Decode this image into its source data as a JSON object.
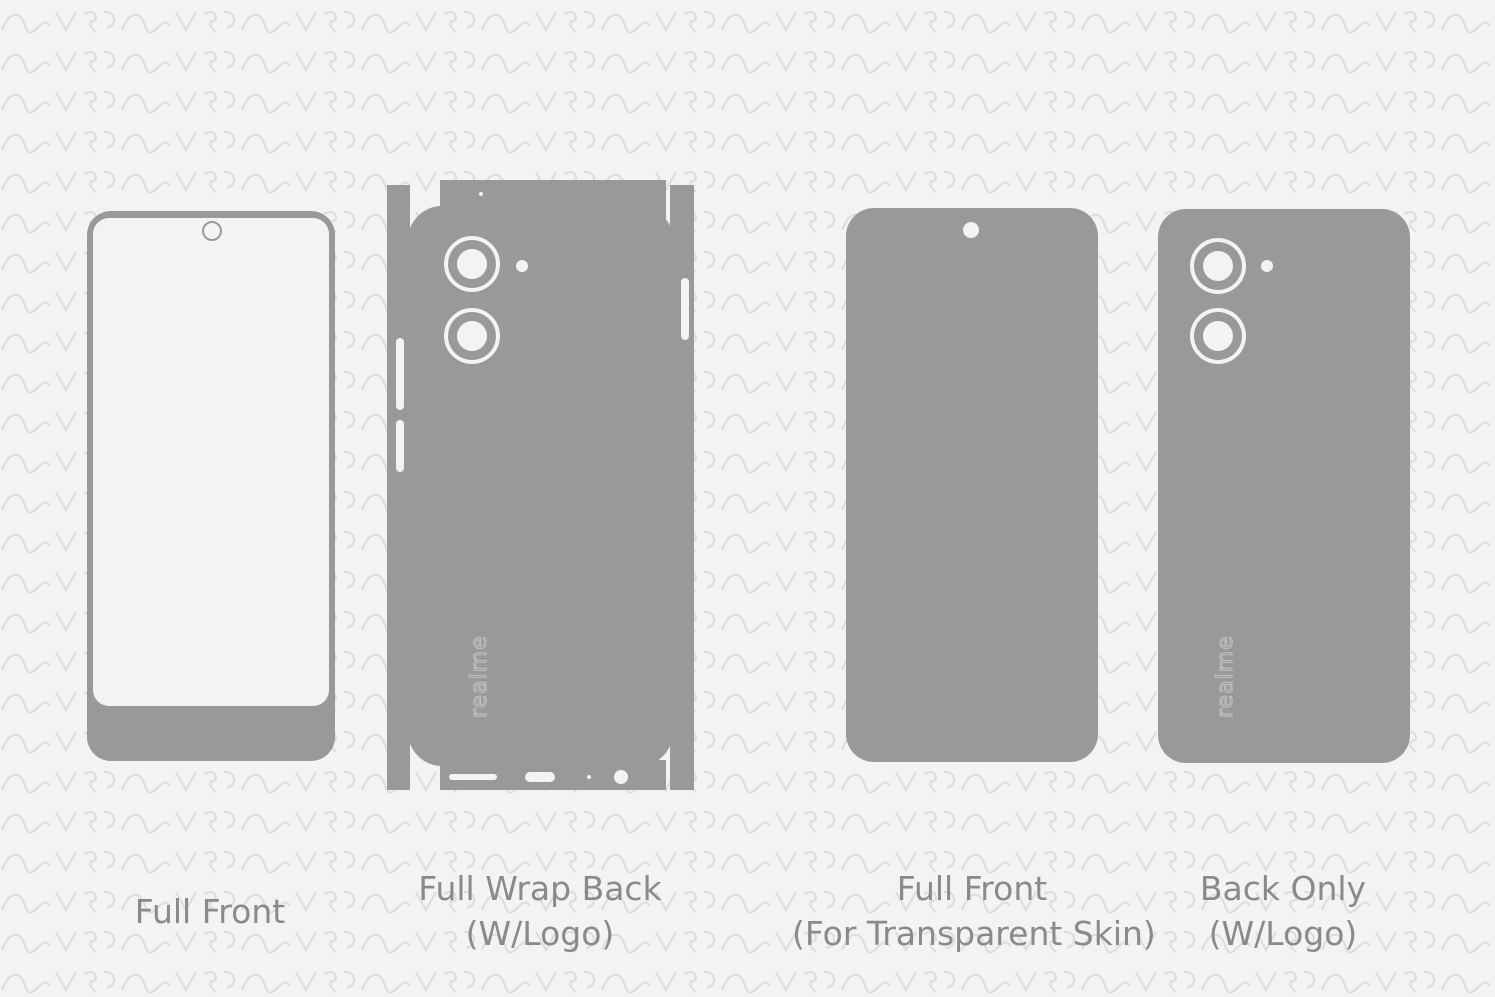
{
  "captions": {
    "full_front": {
      "line1": "Full Front"
    },
    "full_wrap_back": {
      "line1": "Full Wrap Back",
      "line2": "(W/Logo)"
    },
    "full_front_transparent": {
      "line1": "Full Front",
      "line2": "(For Transparent Skin)"
    },
    "back_only": {
      "line1": "Back Only",
      "line2": "(W/Logo)"
    }
  },
  "brand_logo": "realme",
  "watermark": "SVECRS",
  "colors": {
    "background": "#f3f3f3",
    "template_fill": "#999999",
    "caption_text": "#8a8a8a",
    "pattern": "#d9d9d9"
  },
  "icons": {
    "camera": "camera-ring-icon",
    "flash": "flash-dot-icon",
    "punch_hole": "punch-hole-camera-icon"
  }
}
